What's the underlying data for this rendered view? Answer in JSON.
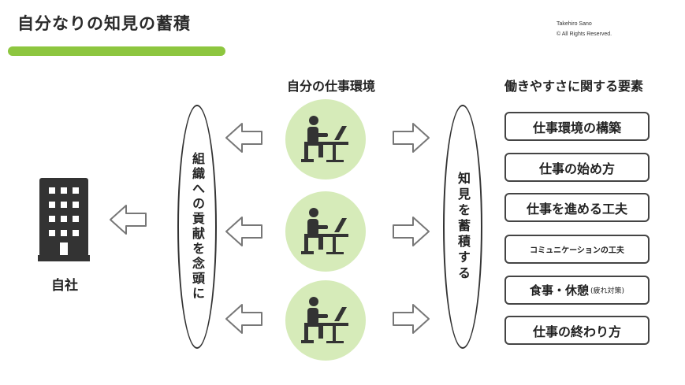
{
  "page_title": "自分なりの知見の蓄積",
  "credit": {
    "author": "Takehiro Sano",
    "rights": "©  All Rights Reserved."
  },
  "company_label": "自社",
  "left_ellipse_text": "組織への貢献を念頭に",
  "work_heading": "自分の仕事環境",
  "right_ellipse_text": "知見を蓄積する",
  "factors_heading": "働きやすさに関する要素",
  "factors": [
    {
      "label": "仕事環境の構築"
    },
    {
      "label": "仕事の始め方"
    },
    {
      "label": "仕事を進める工夫"
    },
    {
      "label": "コミュニケーションの工夫"
    },
    {
      "label": "食事・休憩",
      "note": "(疲れ対策)"
    },
    {
      "label": "仕事の終わり方"
    }
  ],
  "icons": [
    "building-icon",
    "person-at-desk-icon",
    "arrow-left-icon",
    "arrow-right-icon"
  ],
  "colors": {
    "accent_green": "#8dc63f",
    "circle_green": "#d6ebb9",
    "icon_dark": "#333333",
    "arrow_gray": "#777777"
  }
}
